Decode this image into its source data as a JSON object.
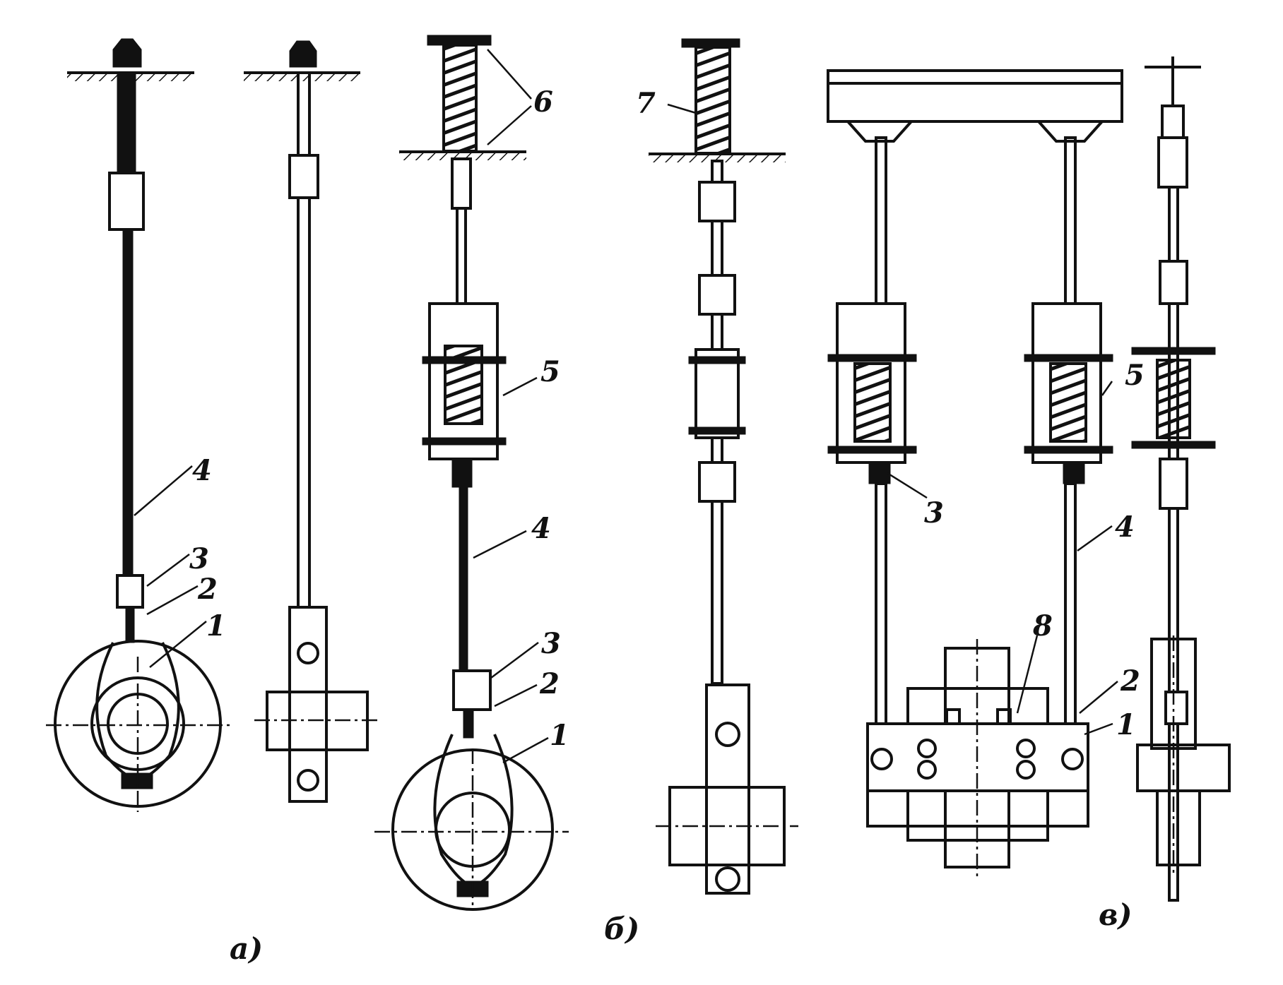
{
  "figure": {
    "views": [
      {
        "id": "a",
        "caption": "а)"
      },
      {
        "id": "b",
        "caption": "б)"
      },
      {
        "id": "v",
        "caption": "в)"
      }
    ],
    "labels": {
      "a_4": "4",
      "a_3": "3",
      "a_2": "2",
      "a_1": "1",
      "b_6": "6",
      "b_5": "5",
      "b_4": "4",
      "b_3": "3",
      "b_2": "2",
      "b_1": "1",
      "b_7": "7",
      "v_3": "3",
      "v_5": "5",
      "v_4": "4",
      "v_2": "2",
      "v_1": "1",
      "v_8": "8"
    }
  }
}
